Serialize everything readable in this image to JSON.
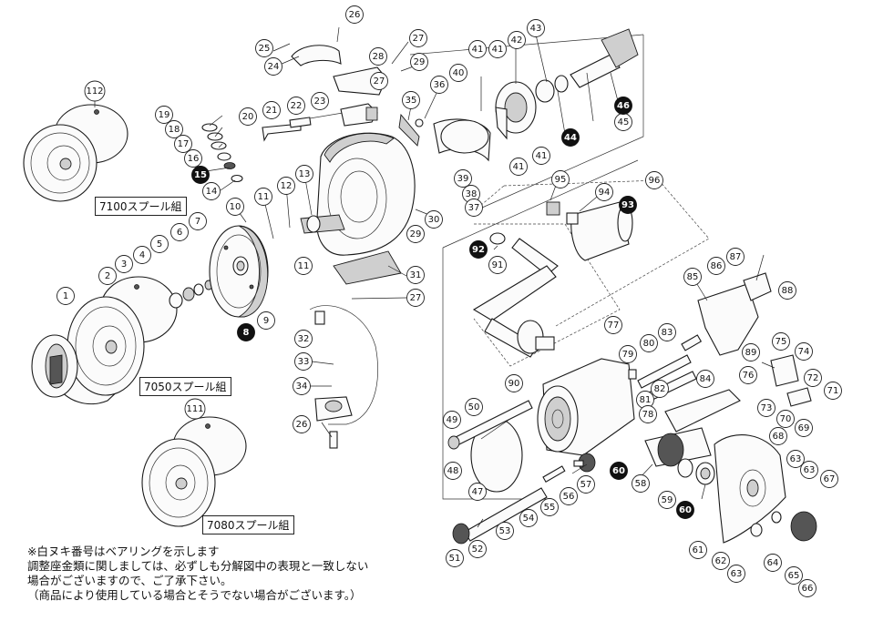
{
  "spool_labels": [
    "7100スプール組",
    "7050スプール組",
    "7080スプール組"
  ],
  "callouts": [
    {
      "n": "26",
      "filled": false
    },
    {
      "n": "25",
      "filled": false
    },
    {
      "n": "24",
      "filled": false
    },
    {
      "n": "27",
      "filled": false
    },
    {
      "n": "28",
      "filled": false
    },
    {
      "n": "27",
      "filled": false
    },
    {
      "n": "29",
      "filled": false
    },
    {
      "n": "43",
      "filled": false
    },
    {
      "n": "42",
      "filled": false
    },
    {
      "n": "41",
      "filled": false
    },
    {
      "n": "41",
      "filled": false
    },
    {
      "n": "40",
      "filled": false
    },
    {
      "n": "36",
      "filled": false
    },
    {
      "n": "35",
      "filled": false
    },
    {
      "n": "23",
      "filled": false
    },
    {
      "n": "22",
      "filled": false
    },
    {
      "n": "21",
      "filled": false
    },
    {
      "n": "20",
      "filled": false
    },
    {
      "n": "112",
      "filled": false
    },
    {
      "n": "19",
      "filled": false
    },
    {
      "n": "18",
      "filled": false
    },
    {
      "n": "17",
      "filled": false
    },
    {
      "n": "16",
      "filled": false
    },
    {
      "n": "15",
      "filled": true
    },
    {
      "n": "14",
      "filled": false
    },
    {
      "n": "13",
      "filled": false
    },
    {
      "n": "12",
      "filled": false
    },
    {
      "n": "11",
      "filled": false
    },
    {
      "n": "10",
      "filled": false
    },
    {
      "n": "11",
      "filled": false
    },
    {
      "n": "7",
      "filled": false
    },
    {
      "n": "6",
      "filled": false
    },
    {
      "n": "5",
      "filled": false
    },
    {
      "n": "4",
      "filled": false
    },
    {
      "n": "3",
      "filled": false
    },
    {
      "n": "2",
      "filled": false
    },
    {
      "n": "1",
      "filled": false
    },
    {
      "n": "9",
      "filled": false
    },
    {
      "n": "8",
      "filled": true
    },
    {
      "n": "44",
      "filled": true
    },
    {
      "n": "45",
      "filled": false
    },
    {
      "n": "46",
      "filled": true
    },
    {
      "n": "41",
      "filled": false
    },
    {
      "n": "41",
      "filled": false
    },
    {
      "n": "39",
      "filled": false
    },
    {
      "n": "38",
      "filled": false
    },
    {
      "n": "37",
      "filled": false
    },
    {
      "n": "30",
      "filled": false
    },
    {
      "n": "29",
      "filled": false
    },
    {
      "n": "31",
      "filled": false
    },
    {
      "n": "27",
      "filled": false
    },
    {
      "n": "32",
      "filled": false
    },
    {
      "n": "33",
      "filled": false
    },
    {
      "n": "34",
      "filled": false
    },
    {
      "n": "26",
      "filled": false
    },
    {
      "n": "95",
      "filled": false
    },
    {
      "n": "94",
      "filled": false
    },
    {
      "n": "93",
      "filled": true
    },
    {
      "n": "96",
      "filled": false
    },
    {
      "n": "92",
      "filled": true
    },
    {
      "n": "91",
      "filled": false
    },
    {
      "n": "87",
      "filled": false
    },
    {
      "n": "86",
      "filled": false
    },
    {
      "n": "85",
      "filled": false
    },
    {
      "n": "88",
      "filled": false
    },
    {
      "n": "77",
      "filled": false
    },
    {
      "n": "83",
      "filled": false
    },
    {
      "n": "80",
      "filled": false
    },
    {
      "n": "79",
      "filled": false
    },
    {
      "n": "84",
      "filled": false
    },
    {
      "n": "89",
      "filled": false
    },
    {
      "n": "75",
      "filled": false
    },
    {
      "n": "74",
      "filled": false
    },
    {
      "n": "76",
      "filled": false
    },
    {
      "n": "72",
      "filled": false
    },
    {
      "n": "71",
      "filled": false
    },
    {
      "n": "73",
      "filled": false
    },
    {
      "n": "70",
      "filled": false
    },
    {
      "n": "69",
      "filled": false
    },
    {
      "n": "90",
      "filled": false
    },
    {
      "n": "82",
      "filled": false
    },
    {
      "n": "81",
      "filled": false
    },
    {
      "n": "78",
      "filled": false
    },
    {
      "n": "50",
      "filled": false
    },
    {
      "n": "49",
      "filled": false
    },
    {
      "n": "48",
      "filled": false
    },
    {
      "n": "47",
      "filled": false
    },
    {
      "n": "60",
      "filled": true
    },
    {
      "n": "57",
      "filled": false
    },
    {
      "n": "56",
      "filled": false
    },
    {
      "n": "55",
      "filled": false
    },
    {
      "n": "54",
      "filled": false
    },
    {
      "n": "53",
      "filled": false
    },
    {
      "n": "52",
      "filled": false
    },
    {
      "n": "51",
      "filled": false
    },
    {
      "n": "58",
      "filled": false
    },
    {
      "n": "59",
      "filled": false
    },
    {
      "n": "60",
      "filled": true
    },
    {
      "n": "68",
      "filled": false
    },
    {
      "n": "63",
      "filled": false
    },
    {
      "n": "63",
      "filled": false
    },
    {
      "n": "67",
      "filled": false
    },
    {
      "n": "61",
      "filled": false
    },
    {
      "n": "62",
      "filled": false
    },
    {
      "n": "63",
      "filled": false
    },
    {
      "n": "64",
      "filled": false
    },
    {
      "n": "65",
      "filled": false
    },
    {
      "n": "66",
      "filled": false
    },
    {
      "n": "111",
      "filled": false
    }
  ],
  "notes": [
    "※白ヌキ番号はベアリングを示します",
    "調整座金類に関しましては、必ずしも分解図中の表現と一致しない",
    "場合がございますので、ご了承下さい。",
    "（商品により使用している場合とそうでない場合がございます。）"
  ]
}
